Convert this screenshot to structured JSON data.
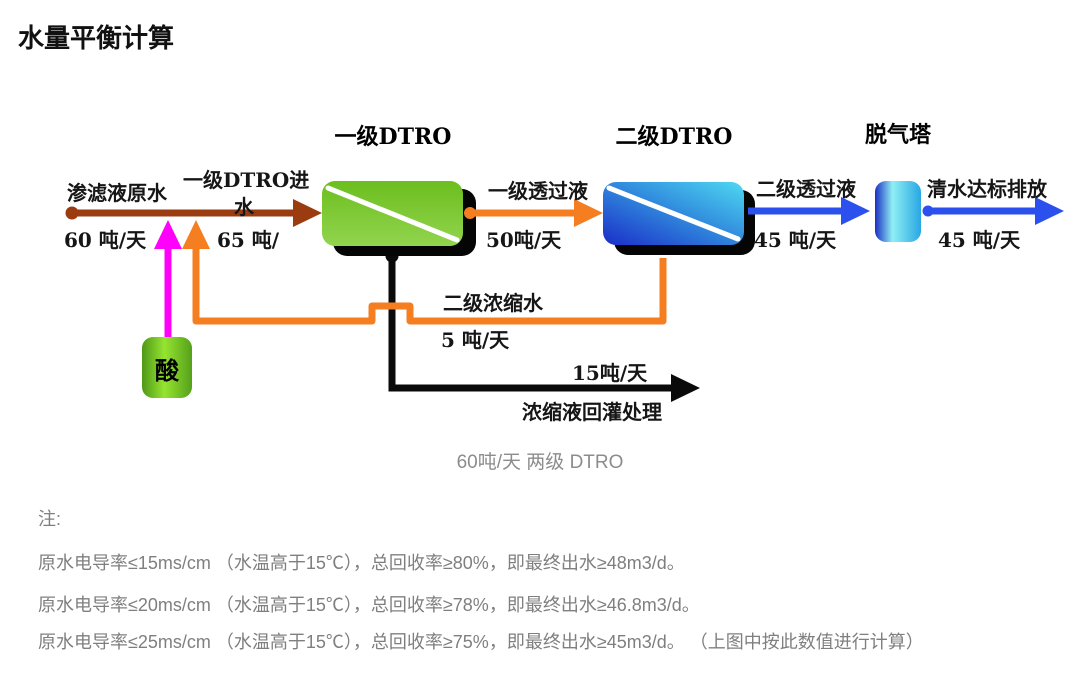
{
  "page": {
    "title": "水量平衡计算",
    "background": "#ffffff"
  },
  "diagram": {
    "caption": "60吨/天 两级 DTRO",
    "nodes": {
      "dtro1": {
        "title": "一级DTRO",
        "gradient": [
          "#6CBE1E",
          "#92D44E"
        ]
      },
      "dtro2": {
        "title": "二级DTRO",
        "gradient": [
          "#1B2DC9",
          "#2F86DC",
          "#4ED9F2"
        ]
      },
      "degasser": {
        "title": "脱气塔",
        "gradient": [
          "#1C2FC4",
          "#8FEFF4",
          "#28A7E3"
        ]
      },
      "acid": {
        "label": "酸",
        "gradient": [
          "#4E9818",
          "#96E431",
          "#55A01A"
        ]
      }
    },
    "streams": {
      "raw": {
        "label": "渗滤液原水",
        "value": "60 吨/天",
        "color": "#9A3B10"
      },
      "feed1": {
        "label_line1": "一级DTRO进",
        "label_line2": "水",
        "value": "65 吨/",
        "color": "#9A3B10"
      },
      "acid_dosing": {
        "color": "#FF00FA"
      },
      "permeate1": {
        "label": "一级透过液",
        "value": "50吨/天",
        "color": "#F57E20"
      },
      "permeate2": {
        "label": "二级透过液",
        "value": "45 吨/天",
        "color": "#2B50EE"
      },
      "discharge": {
        "label": "清水达标排放",
        "value": "45 吨/天",
        "color": "#2B50EE"
      },
      "concentrate2": {
        "label": "二级浓缩水",
        "value": "5 吨/天",
        "color": "#F57E20"
      },
      "concentrate1": {
        "label": "浓缩液回灌处理",
        "value": "15吨/天",
        "color": "#0A0A0A"
      }
    }
  },
  "notes": {
    "heading": "注:",
    "lines": [
      "原水电导率≤15ms/cm （水温高于15℃），总回收率≥80%，即最终出水≥48m3/d。",
      "原水电导率≤20ms/cm （水温高于15℃），总回收率≥78%，即最终出水≥46.8m3/d。",
      "原水电导率≤25ms/cm （水温高于15℃），总回收率≥75%，即最终出水≥45m3/d。 （上图中按此数值进行计算）"
    ]
  }
}
